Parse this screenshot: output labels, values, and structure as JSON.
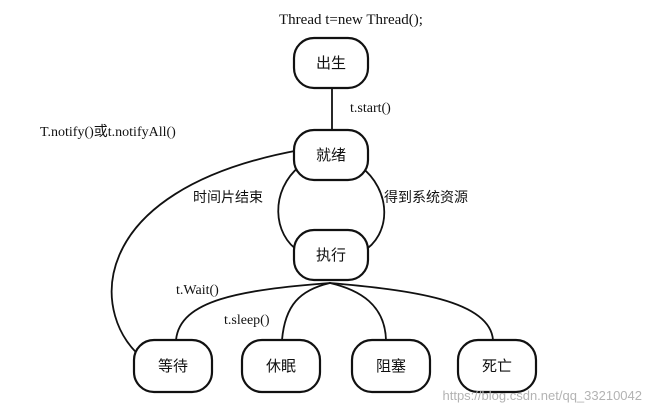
{
  "title": "Thread t=new Thread();",
  "nodes": {
    "born": "出生",
    "ready": "就绪",
    "running": "执行",
    "waiting": "等待",
    "sleeping": "休眠",
    "blocked": "阻塞",
    "dead": "死亡"
  },
  "edge_labels": {
    "start": "t.start()",
    "notify": "T.notify()或t.notifyAll()",
    "timeslice_end": "时间片结束",
    "get_resources": "得到系统资源",
    "wait": "t.Wait()",
    "sleep": "t.sleep()"
  },
  "watermark": "https://blog.csdn.net/qq_33210042"
}
